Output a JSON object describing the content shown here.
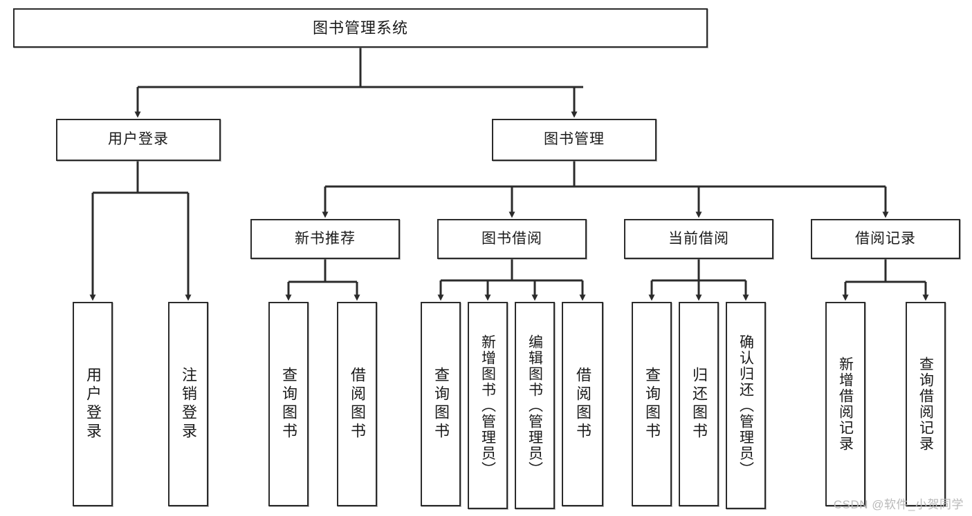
{
  "diagram": {
    "title": "图书管理系统",
    "type": "hierarchy-tree",
    "watermark": "CSDN @软件_小贺同学",
    "colors": {
      "border": "#2b2b2b",
      "background": "#ffffff",
      "text": "#1a1a1a",
      "watermark": "#b9b9b9"
    },
    "nodes": {
      "root": {
        "label": "图书管理系统",
        "level": 1,
        "orientation": "horizontal"
      },
      "l2": [
        {
          "id": "user-login",
          "label": "用户登录",
          "level": 2,
          "orientation": "horizontal"
        },
        {
          "id": "book-manage",
          "label": "图书管理",
          "level": 2,
          "orientation": "horizontal"
        }
      ],
      "l3": [
        {
          "id": "new-book-recommend",
          "label": "新书推荐",
          "level": 3,
          "orientation": "horizontal"
        },
        {
          "id": "book-borrow",
          "label": "图书借阅",
          "level": 3,
          "orientation": "horizontal"
        },
        {
          "id": "current-borrow",
          "label": "当前借阅",
          "level": 3,
          "orientation": "horizontal"
        },
        {
          "id": "borrow-record",
          "label": "借阅记录",
          "level": 3,
          "orientation": "horizontal"
        }
      ],
      "leaves": {
        "user_login": [
          {
            "id": "leaf-user-login",
            "label": "用户登录",
            "orientation": "vertical"
          },
          {
            "id": "leaf-logout-login",
            "label": "注销登录",
            "orientation": "vertical"
          }
        ],
        "new_book_recommend": [
          {
            "id": "leaf-query-book-1",
            "label": "查询图书",
            "orientation": "vertical"
          },
          {
            "id": "leaf-borrow-book-1",
            "label": "借阅图书",
            "orientation": "vertical"
          }
        ],
        "book_borrow": [
          {
            "id": "leaf-query-book-2",
            "label": "查询图书",
            "orientation": "vertical"
          },
          {
            "id": "leaf-add-book",
            "label": "新增图书（管理员）",
            "orientation": "vertical"
          },
          {
            "id": "leaf-edit-book",
            "label": "编辑图书（管理员）",
            "orientation": "vertical"
          },
          {
            "id": "leaf-borrow-book-2",
            "label": "借阅图书",
            "orientation": "vertical"
          }
        ],
        "current_borrow": [
          {
            "id": "leaf-query-book-3",
            "label": "查询图书",
            "orientation": "vertical"
          },
          {
            "id": "leaf-return-book",
            "label": "归还图书",
            "orientation": "vertical"
          },
          {
            "id": "leaf-confirm-return",
            "label": "确认归还（管理员）",
            "orientation": "vertical"
          }
        ],
        "borrow_record": [
          {
            "id": "leaf-add-borrow-record",
            "label": "新增借阅记录",
            "orientation": "vertical"
          },
          {
            "id": "leaf-query-borrow-record",
            "label": "查询借阅记录",
            "orientation": "vertical"
          }
        ]
      }
    }
  }
}
